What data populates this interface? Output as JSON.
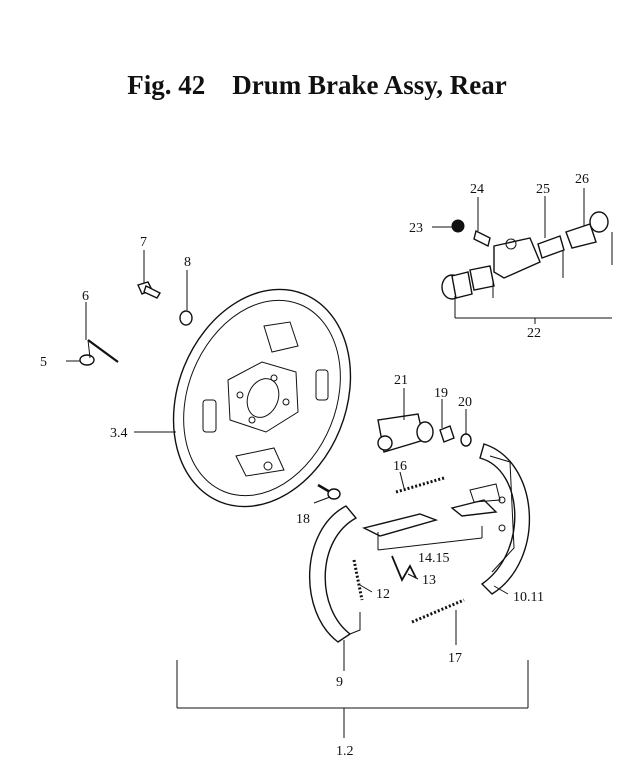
{
  "figure": {
    "title": "Fig. 42    Drum Brake Assy, Rear"
  },
  "labels": {
    "l1_2": "1.2",
    "l3_4": "3.4",
    "l5": "5",
    "l6": "6",
    "l7": "7",
    "l8": "8",
    "l9": "9",
    "l10_11": "10.11",
    "l12": "12",
    "l13": "13",
    "l14_15": "14.15",
    "l16": "16",
    "l17": "17",
    "l18": "18",
    "l19": "19",
    "l20": "20",
    "l21": "21",
    "l22": "22",
    "l23": "23",
    "l24": "24",
    "l25": "25",
    "l26": "26"
  }
}
